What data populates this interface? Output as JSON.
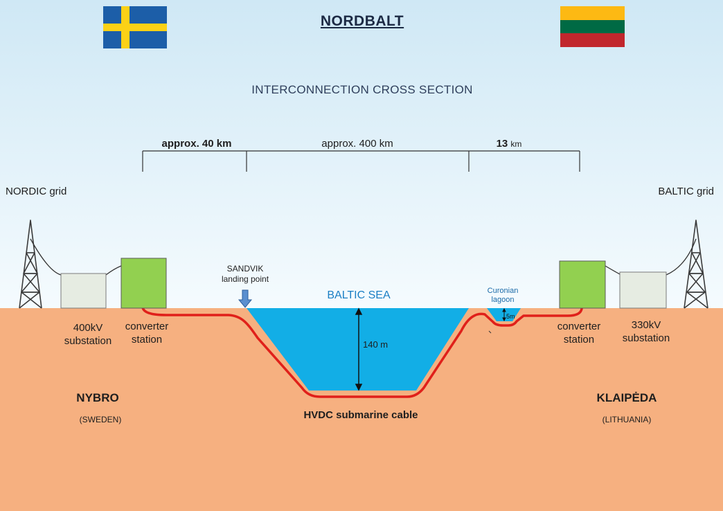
{
  "title": "NORDBALT",
  "subtitle": "INTERCONNECTION CROSS SECTION",
  "flags": {
    "left": "sweden-flag",
    "right": "lithuania-flag"
  },
  "distances": {
    "seg1": "approx. 40 km",
    "seg2": "approx. 400 km",
    "seg3_num": "13",
    "seg3_unit": "km"
  },
  "grids": {
    "left": "NORDIC grid",
    "right": "BALTIC grid"
  },
  "left_side": {
    "substation_l1": "400kV",
    "substation_l2": "substation",
    "converter_l1": "converter",
    "converter_l2": "station",
    "city": "NYBRO",
    "country": "(SWEDEN)"
  },
  "right_side": {
    "substation_l1": "330kV",
    "substation_l2": "substation",
    "converter_l1": "converter",
    "converter_l2": "station",
    "city": "KLAIPĖDA",
    "country": "(LITHUANIA)"
  },
  "landing": {
    "l1": "SANDVIK",
    "l2": "landing point"
  },
  "sea": {
    "name": "BALTIC SEA",
    "depth": "140 m"
  },
  "lagoon": {
    "l1": "Curonian",
    "l2": "lagoon",
    "depth": "5m"
  },
  "cable": "HVDC submarine cable",
  "colors": {
    "sky_top": "#cfe8f5",
    "sky_bottom": "#f4fafd",
    "ground": "#f6b080",
    "water": "#12aee6",
    "cable": "#e0201a",
    "converter_fill": "#92d050",
    "substation_fill": "#e6ece2",
    "sweden_blue": "#1c5ea8",
    "sweden_yellow": "#fcd116",
    "lt_yellow": "#fdb913",
    "lt_green": "#006a44",
    "lt_red": "#c1272d"
  }
}
